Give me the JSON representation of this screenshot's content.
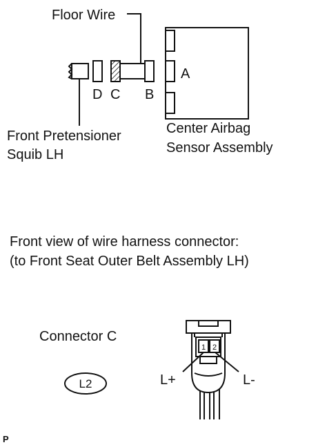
{
  "labels": {
    "floor_wire": "Floor Wire",
    "connector_a": "A",
    "connector_b": "B",
    "connector_c": "C",
    "connector_d": "D",
    "pretensioner_line1": "Front Pretensioner",
    "pretensioner_line2": "Squib LH",
    "sensor_line1": "Center Airbag",
    "sensor_line2": "Sensor Assembly"
  },
  "front_view": {
    "line1": "Front view of wire harness connector:",
    "line2": "(to Front Seat Outer Belt Assembly LH)"
  },
  "connector": {
    "name": "Connector C",
    "code": "L2",
    "pin1": "1",
    "pin2": "2",
    "pin_left_label": "L+",
    "pin_right_label": "L-"
  },
  "corner_mark": "P"
}
